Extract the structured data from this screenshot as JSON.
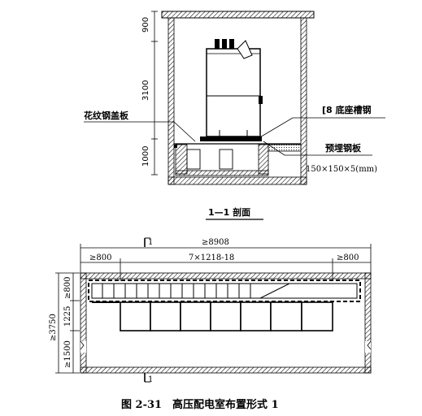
{
  "section_view": {
    "dimensions": {
      "top": "900",
      "middle": "3100",
      "bottom": "1000"
    },
    "labels": {
      "checker_plate": "花纹钢盖板",
      "channel_steel": "[8 底座槽钢",
      "embedded_plate": "预埋钢板",
      "embedded_plate_size": "150×150×5(mm)"
    },
    "title": "1—1 剖面"
  },
  "plan_view": {
    "section_mark": "1",
    "total_length": "≥8908",
    "left_clearance": "≥800",
    "cabinet_span": "7×1218-18",
    "right_clearance": "≥800",
    "total_width": "≥3750",
    "dim_front": "≥800",
    "dim_cabinet": "1225",
    "dim_rear": "≥1500"
  },
  "caption": "图 2-31　高压配电室布置形式 1"
}
